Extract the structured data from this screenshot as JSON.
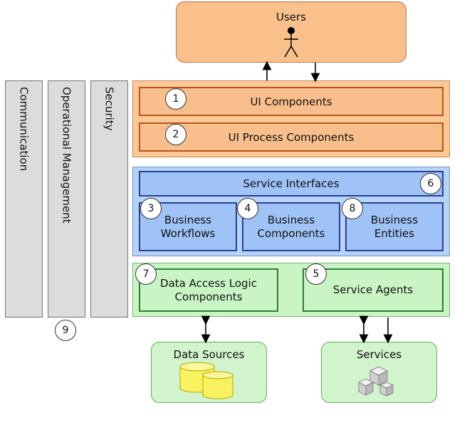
{
  "users": {
    "title": "Users"
  },
  "layers": {
    "ui_components": {
      "label": "UI Components",
      "number": "1"
    },
    "ui_process_components": {
      "label": "UI Process Components",
      "number": "2"
    },
    "service_interfaces": {
      "label": "Service Interfaces",
      "number": "6"
    },
    "business_workflows": {
      "label_line1": "Business",
      "label_line2": "Workflows",
      "number": "3"
    },
    "business_components": {
      "label_line1": "Business",
      "label_line2": "Components",
      "number": "4"
    },
    "business_entities": {
      "label_line1": "Business",
      "label_line2": "Entities",
      "number": "8"
    },
    "data_access_logic": {
      "label_line1": "Data Access Logic",
      "label_line2": "Components",
      "number": "7"
    },
    "service_agents": {
      "label": "Service Agents",
      "number": "5"
    }
  },
  "crosscutting": {
    "communication": "Communication",
    "operational_management": "Operational Management",
    "security": "Security",
    "number": "9"
  },
  "external": {
    "data_sources": "Data Sources",
    "services": "Services"
  },
  "colors": {
    "presentation": "#fbc896",
    "business": "#b6d3f8",
    "data": "#c9f5c4",
    "crosscutting": "#dcdcdc",
    "database": "#f7f25e"
  }
}
